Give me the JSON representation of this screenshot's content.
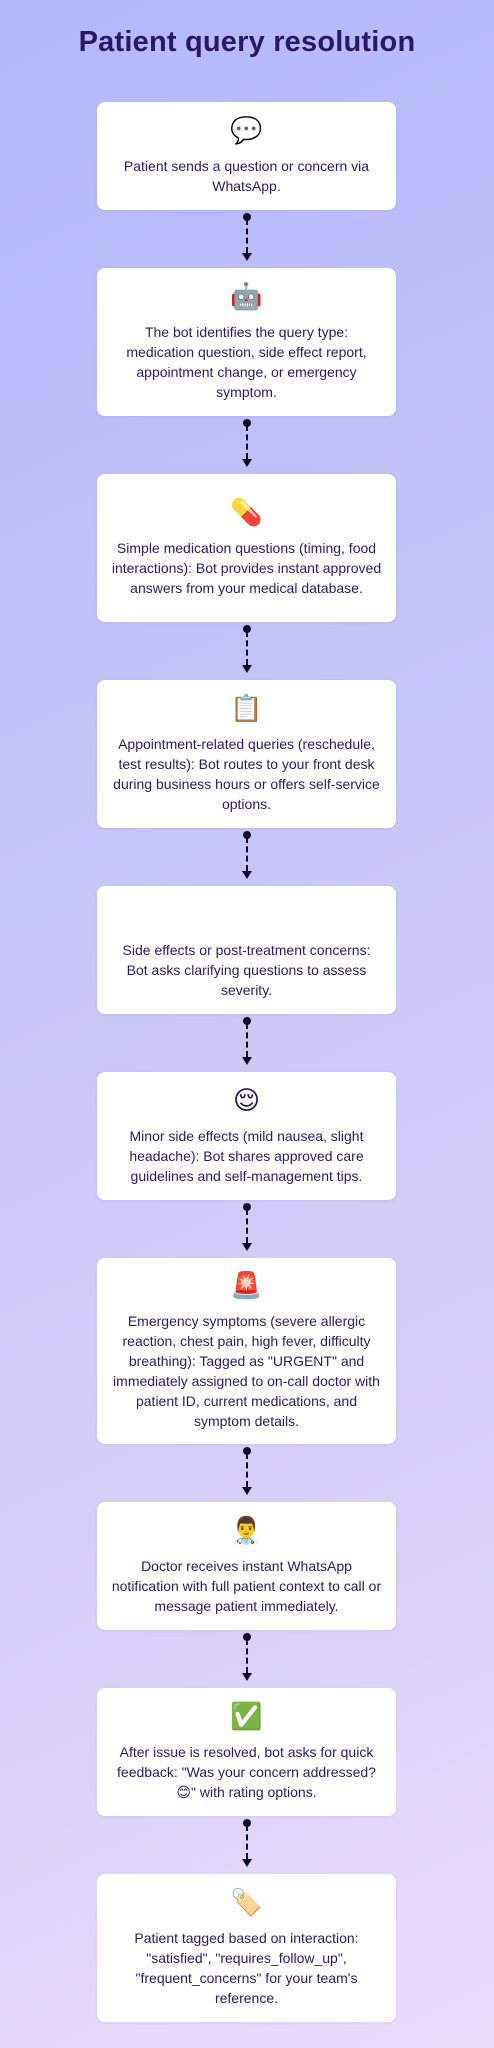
{
  "title": "Patient query resolution",
  "steps": [
    {
      "icon": "speech-bubble-icon",
      "emoji": "💬",
      "text": "Patient sends a question or concern via WhatsApp."
    },
    {
      "icon": "robot-icon",
      "emoji": "🤖",
      "text": "The bot identifies the query type: medication question, side effect report, appointment change, or emergency symptom."
    },
    {
      "icon": "pill-icon",
      "emoji": "💊",
      "text": "Simple medication questions (timing, food interactions): Bot provides instant approved answers from your medical database."
    },
    {
      "icon": "clipboard-icon",
      "emoji": "📋",
      "text": "Appointment-related queries (reschedule, test results): Bot routes to your front desk during business hours or offers self-service options."
    },
    {
      "icon": "blank-icon",
      "emoji": "",
      "text": "Side effects or post-treatment concerns: Bot asks clarifying questions to assess severity."
    },
    {
      "icon": "relieved-face-icon",
      "emoji": "😌",
      "text": "Minor side effects (mild nausea, slight headache): Bot shares approved care guidelines and self-management tips."
    },
    {
      "icon": "siren-icon",
      "emoji": "🚨",
      "text": "Emergency symptoms (severe allergic reaction, chest pain, high fever, difficulty breathing): Tagged as \"URGENT\" and immediately assigned to on-call doctor with patient ID, current medications, and symptom details."
    },
    {
      "icon": "doctor-icon",
      "emoji": "👨‍⚕️",
      "text": "Doctor receives instant WhatsApp notification with full patient context to call or message patient immediately."
    },
    {
      "icon": "check-mark-icon",
      "emoji": "✅",
      "text": "After issue is resolved, bot asks for quick feedback: \"Was your concern addressed? 😊\" with rating options."
    },
    {
      "icon": "tag-icon",
      "emoji": "🏷️",
      "text": "Patient tagged based on interaction: \"satisfied\", \"requires_follow_up\", \"frequent_concerns\" for your team's reference."
    }
  ]
}
